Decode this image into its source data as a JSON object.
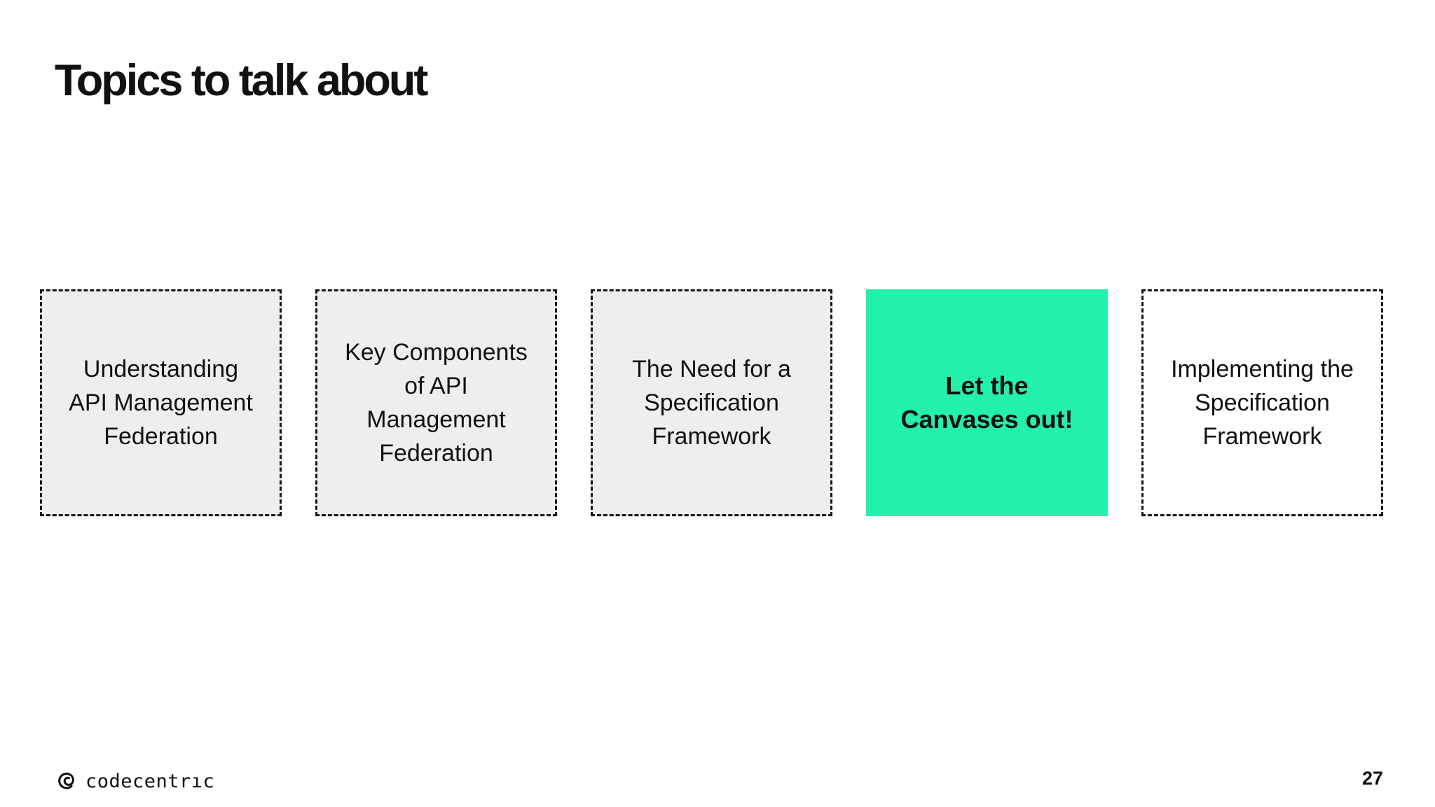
{
  "slide": {
    "title": "Topics to talk about",
    "page_number": "27"
  },
  "topics": [
    {
      "label": "Understanding\nAPI Management\nFederation",
      "highlighted": false
    },
    {
      "label": "Key Components\nof API\nManagement\nFederation",
      "highlighted": false
    },
    {
      "label": "The Need for a\nSpecification\nFramework",
      "highlighted": false
    },
    {
      "label": "Let the\nCanvases out!",
      "highlighted": true
    },
    {
      "label": "Implementing the\nSpecification\nFramework",
      "highlighted": false
    }
  ],
  "footer": {
    "logo_text": "codecentrıc",
    "logo_icon": "codecentric-swirl-icon"
  },
  "colors": {
    "highlight_green": "#22f0ac",
    "card_gray": "#eeeeee",
    "border_black": "#141414",
    "text": "#111111",
    "background": "#ffffff"
  }
}
